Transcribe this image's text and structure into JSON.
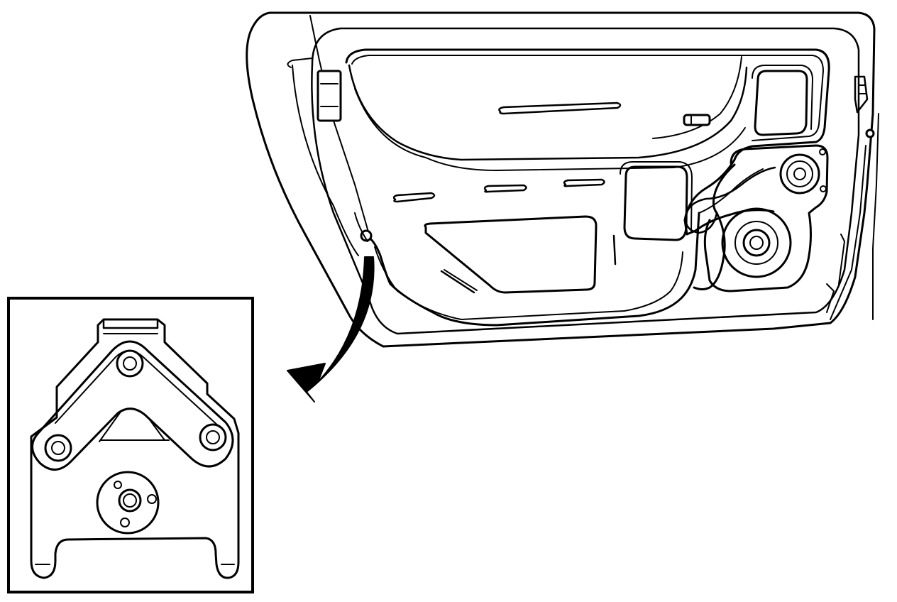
{
  "figure": {
    "views": [
      "door-inner-panel",
      "detail-inset"
    ],
    "callout": "arrow-from-door-to-inset",
    "colors": {
      "line": "#000000",
      "background": "#ffffff"
    }
  }
}
